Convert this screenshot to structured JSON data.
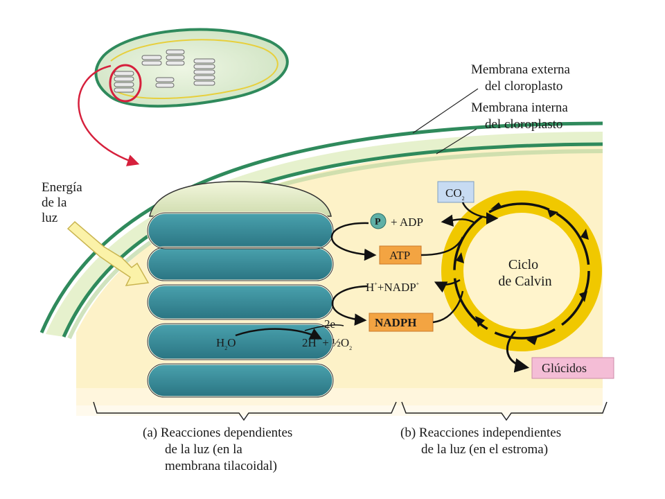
{
  "labels": {
    "outer_membrane": [
      "Membrana externa",
      "del cloroplasto"
    ],
    "inner_membrane": [
      "Membrana interna",
      "del cloroplasto"
    ],
    "light_energy": [
      "Energía",
      "de la",
      "luz"
    ],
    "co2": "CO",
    "co2_sub": "2",
    "p": "P",
    "plus_adp": "+  ADP",
    "atp": "ATP",
    "h_plus": "H",
    "h_sup": "+",
    "plus_nadp": "+NADP",
    "nadp_sup": "+",
    "two_e": "2e",
    "nadph": "NADPH",
    "h2o_h": "H",
    "h2o_sub": "2",
    "h2o_o": "O",
    "two_h": "2H",
    "two_h_sup": "+",
    "plus_half_o": "+ ½O",
    "o2_sub": "2",
    "calvin": [
      "Ciclo",
      "de Calvin"
    ],
    "glucidos": "Glúcidos",
    "section_a": [
      "(a) Reacciones dependientes",
      "de la luz (en la",
      "membrana tilacoidal)"
    ],
    "section_b": [
      "(b) Reacciones independientes",
      "de la luz (en el estroma)"
    ]
  },
  "colors": {
    "membrane_green": "#2f8a5c",
    "membrane_light": "#e9f3d3",
    "stroma": "#fdf0c2",
    "thylakoid": "#2f8290",
    "calvin_ring": "#f0c800",
    "atp_box": "#f3a442",
    "nadph_box": "#f3a442",
    "co2_box": "#c7dbf2",
    "glucidos_box": "#f4bdd6",
    "p_circle": "#5fb0a6",
    "pointer_red": "#d6203c"
  }
}
